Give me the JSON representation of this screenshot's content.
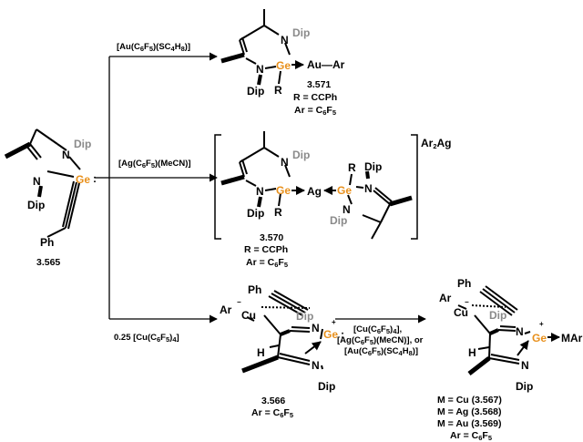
{
  "colors": {
    "germanium": "#E8901C",
    "dip_label": "#8a8a8a",
    "ink": "#000000"
  },
  "atoms": {
    "N": "N",
    "Ge": "Ge",
    "Dip": "Dip",
    "Ph": "Ph",
    "H": "H",
    "R": "R",
    "Cu": "Cu",
    "Ag": "Ag",
    "Ar": "Ar",
    "Au": "Au",
    "M": "M"
  },
  "lone_pair": ":",
  "reagents": {
    "top": {
      "p1": "[Au(C",
      "s1": "6",
      "p2": "F",
      "s2": "5",
      "p3": ")(SC",
      "s3": "4",
      "p4": "H",
      "s4": "8",
      "p5": ")]"
    },
    "middle": {
      "p1": "[Ag(C",
      "s1": "6",
      "p2": "F",
      "s2": "5",
      "p3": ")(MeCN)]"
    },
    "bottom": {
      "p1": "0.25 [Cu(C",
      "s1": "6",
      "p2": "F",
      "s2": "5",
      "p3": ")",
      "s3": "4",
      "p4": "]"
    },
    "final": {
      "line1": {
        "p1": "[Cu(C",
        "s1": "6",
        "p2": "F",
        "s2": "5",
        "p3": ")",
        "s3": "4",
        "p4": "],"
      },
      "line2": {
        "p1": "[Ag(C",
        "s1": "6",
        "p2": "F",
        "s2": "5",
        "p3": ")(MeCN)], or"
      },
      "line3": {
        "p1": "[Au(C",
        "s1": "6",
        "p2": "F",
        "s2": "5",
        "p3": ")(SC",
        "s3": "4",
        "p4": "H",
        "s4": "8",
        "p5": ")]"
      }
    }
  },
  "compounds": {
    "start": {
      "id": "3.565"
    },
    "c3571": {
      "id": "3.571",
      "r_def": "R = CCPh",
      "ar_def": {
        "p1": "Ar = C",
        "s1": "6",
        "p2": "F",
        "s2": "5"
      },
      "au_ar": "Au—Ar"
    },
    "c3570": {
      "id": "3.570",
      "r_def": "R = CCPh",
      "ar_def": {
        "p1": "Ar = C",
        "s1": "6",
        "p2": "F",
        "s2": "5"
      },
      "counter": {
        "p1": "Ar",
        "s1": "2",
        "p2": "Ag"
      }
    },
    "c3566": {
      "id": "3.566",
      "ar_def": {
        "p1": "Ar = C",
        "s1": "6",
        "p2": "F",
        "s2": "5"
      }
    },
    "final": {
      "mar": "MAr",
      "m_cu": "M = Cu (3.567)",
      "m_ag": "M = Ag (3.568)",
      "m_au": "M = Au (3.569)",
      "ar_def": {
        "p1": "Ar = C",
        "s1": "6",
        "p2": "F",
        "s2": "5"
      }
    }
  },
  "charges": {
    "plus": "+",
    "minus": "−"
  }
}
